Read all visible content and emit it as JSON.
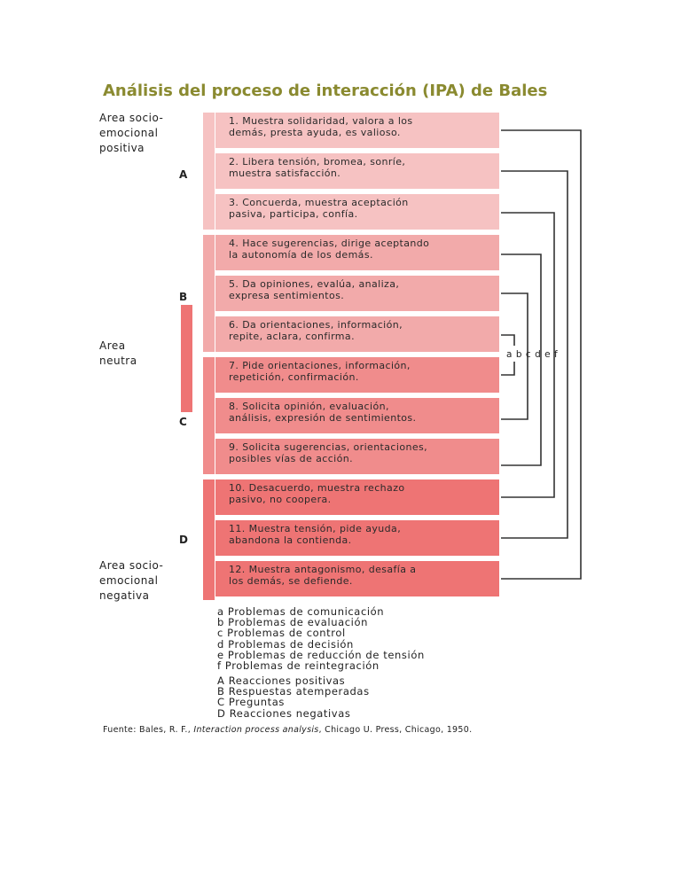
{
  "title": "Análisis del proceso de interacción (IPA) de Bales",
  "areas": {
    "positive": [
      "Area socio-",
      "emocional",
      "positiva"
    ],
    "neutral": [
      "Area",
      "neutra"
    ],
    "negative": [
      "Area socio-",
      "emocional",
      "negativa"
    ]
  },
  "groups": [
    "A",
    "B",
    "C",
    "D"
  ],
  "categories": [
    [
      "1. Muestra solidaridad, valora a los",
      "demás, presta ayuda, es valioso."
    ],
    [
      "2. Libera tensión, bromea, sonríe,",
      "muestra satisfacción."
    ],
    [
      "3. Concuerda, muestra aceptación",
      "pasiva, participa, confía."
    ],
    [
      "4. Hace sugerencias, dirige aceptando",
      "la autonomía de los demás."
    ],
    [
      "5. Da opiniones, evalúa, analiza,",
      "expresa sentimientos."
    ],
    [
      "6. Da orientaciones, información,",
      "repite, aclara, confirma."
    ],
    [
      "7. Pide orientaciones, información,",
      "repetición, confirmación."
    ],
    [
      "8. Solicita opinión, evaluación,",
      "análisis, expresión de sentimientos."
    ],
    [
      "9. Solicita sugerencias, orientaciones,",
      "posibles vías de acción."
    ],
    [
      "10. Desacuerdo, muestra rechazo",
      "pasivo, no coopera."
    ],
    [
      "11. Muestra tensión, pide ayuda,",
      "abandona la contienda."
    ],
    [
      "12. Muestra antagonismo, desafía a",
      "los demás, se defiende."
    ]
  ],
  "problem_letters": "abcdef",
  "problems": [
    "a  Problemas de comunicación",
    "b  Problemas de evaluación",
    "c  Problemas de control",
    "d  Problemas de decisión",
    "e  Problemas de reducción de tensión",
    "f  Problemas de reintegración"
  ],
  "reactions": [
    "A  Reacciones positivas",
    "B  Respuestas atemperadas",
    "C  Preguntas",
    "D  Reacciones negativas"
  ],
  "source": {
    "prefix": "Fuente: Bales, R. F., ",
    "work": "Interaction process analysis",
    "suffix": ", Chicago U. Press, Chicago, 1950."
  },
  "colors": {
    "title": "#8a8a30",
    "positive": "#f6c2c2",
    "neutral": "#f2aaaa",
    "questions": "#f08c8c",
    "negative": "#ee7474",
    "connector": "#333333"
  }
}
